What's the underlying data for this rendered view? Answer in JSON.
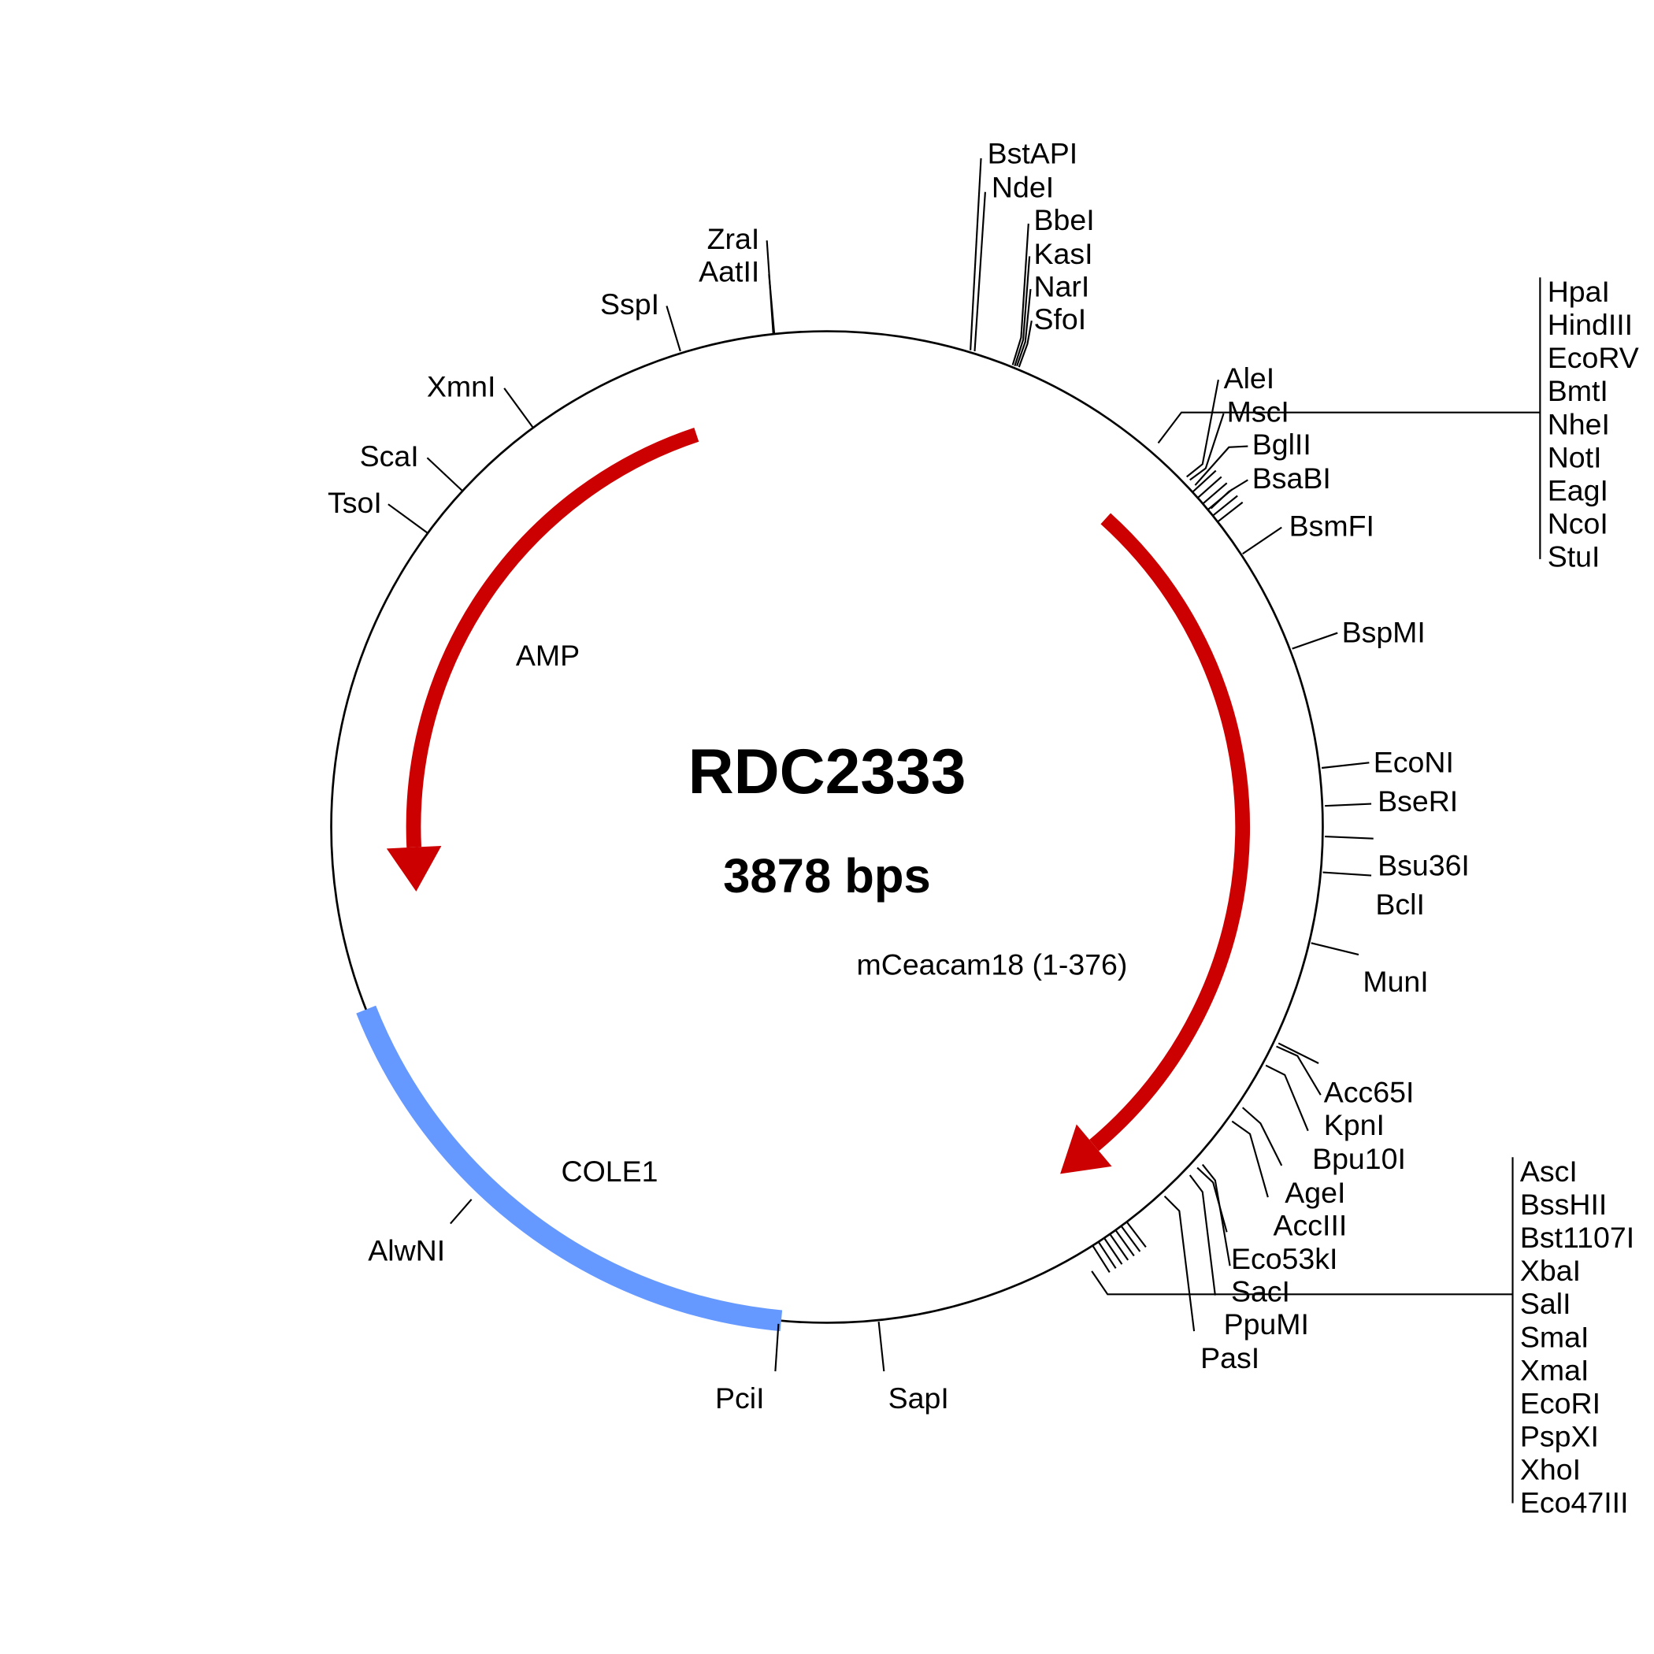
{
  "plasmid": {
    "name": "RDC2333",
    "size_label": "3878 bps"
  },
  "features": [
    {
      "name": "AMP",
      "color": "#cc0000"
    },
    {
      "name": "mCeacam18 (1-376)",
      "color": "#cc0000"
    },
    {
      "name": "COLE1",
      "color": "#6699ff"
    }
  ],
  "sites": [
    "BstAPI",
    "NdeI",
    "BbeI",
    "KasI",
    "NarI",
    "SfoI",
    "ZraI",
    "AatII",
    "SspI",
    "XmnI",
    "ScaI",
    "TsoI",
    "AleI",
    "MscI",
    "BglII",
    "BsaBI",
    "BsmFI",
    "BspMI",
    "EcoNI",
    "BseRI",
    "Bsu36I",
    "BclI",
    "MunI",
    "Acc65I",
    "KpnI",
    "Bpu10I",
    "AgeI",
    "AccIII",
    "Eco53kI",
    "SacI",
    "PpuMI",
    "PasI",
    "PciI",
    "SapI",
    "AlwNI"
  ],
  "site_group_top": [
    "HpaI",
    "HindIII",
    "EcoRV",
    "BmtI",
    "NheI",
    "NotI",
    "EagI",
    "NcoI",
    "StuI"
  ],
  "site_group_bottom": [
    "AscI",
    "BssHII",
    "Bst1107I",
    "XbaI",
    "SalI",
    "SmaI",
    "XmaI",
    "EcoRI",
    "PspXI",
    "XhoI",
    "Eco47III"
  ]
}
